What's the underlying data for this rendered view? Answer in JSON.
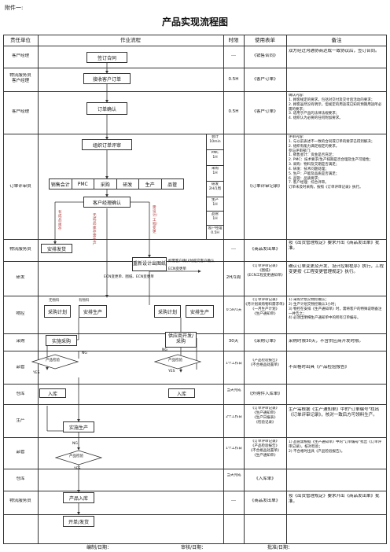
{
  "annex": "附件一:",
  "title": "产品实现流程图",
  "headers": {
    "dept": "责任单位",
    "flow": "作业流程",
    "time": "时限",
    "forms": "使用表单",
    "notes": "备注"
  },
  "rows": [
    {
      "dept": "客户经理",
      "time": "---",
      "form": "《销售合同》",
      "note": "双方经过沟通协商达成一致协议后，签订合同。"
    },
    {
      "dept": "物流服务员\n客户经理",
      "time": "0.5H",
      "form": "《客户订单》",
      "note": ""
    },
    {
      "dept": "客户经理",
      "time": "0.5H",
      "form": "《客户订单》",
      "note": "确认内容:\n1. 顾客规定的要求，包括对交付及交付后活动的要求；\n2. 顾客虽然没有明示，但规定的用途或已知的预期用途所必需的要求；\n3. 适用于产品的法律法规要求；\n4. 组织认为必要的任何附加要求。"
    },
    {
      "dept": "订单评审员",
      "time": "",
      "form": "《订单评审记录》",
      "note": "评审内容:\n1. 与以前表述不一致的合同或订单的要求已得到解决；\n2. 组织有能力满足规定的要求。\n参与评审部门:\n1. 销售会计：资金是否充足；\n2. PMC：技术要求/生产排期是否合理及生产可能性；\n3. 采购：物料及交期是否满足；\n4. 研发：技术问题处理；\n5. 生产：产能及品质是否满足；\n6. 品管：品质要求；\n7. 客户经理：综合评审。\n订单未及时采购，按照《订单评审记录》执行。"
    },
    {
      "dept": "物流服务员",
      "time": "---",
      "form": "《商品发出单》",
      "note": "按《出货管理规定》要求开出《商品发出单》批准。"
    },
    {
      "dept": "研发",
      "time": "2H/1周",
      "form": "《订单评审记录》\n《图纸》\n《ECN工程变更通知单》",
      "note": "确认订单变更及开发、设计控制程序》执行，工程变更按《工程变更管理规定》执行。"
    },
    {
      "dept": "物控",
      "time": "0.5H/1天",
      "form": "《订单评审记录》\n《月计划采购物料需求单》\n《一月生产计划》\n《生产通知单》",
      "note": "1) 采购计划交物控确认；\n2) 生产计划交物控确认3小时；\n3) 物控在安排《生产通知单》时，需将客户的特殊说明备注一并告之；\n4) 必须出明细生产通知单中的所有订单编号。"
    },
    {
      "dept": "采购",
      "time": "30天",
      "form": "《采购订单》",
      "note": "采购时限30天，不含供应商开发时限。"
    },
    {
      "dept": "品管",
      "time": "1个工作日",
      "form": "《产品检验报告》\n《不合格品处置单》",
      "note": "不合格时出具《产品检验报告》"
    },
    {
      "dept": "仓库",
      "time": "当天完成",
      "form": "《外购件入库单》",
      "note": ""
    },
    {
      "dept": "生产",
      "time": "2个工作日",
      "form": "《订单评审记录》\n《生产通知单》\n《生产日报表》\n《检验记录》",
      "note": "生产需根据《生产通知单》中的\"订单编号\"找出《订单评审记录》，核对一致后方可领料生产。"
    },
    {
      "dept": "品管",
      "time": "1个工作日",
      "form": "《订单评审记录》\n《产品检验报告》\n《不合格品处置单》\n《生产通知单》",
      "note": "1) 品管需根据《生产通知单》中的\"订单编号\"找出《订单评审记录》，核对检验；\n2) 不合格时出具《产品检验报告》。"
    },
    {
      "dept": "仓库",
      "time": "当天完成",
      "form": "《入库单》",
      "note": ""
    },
    {
      "dept": "物流服务员",
      "time": "---",
      "form": "《商品发出单》",
      "note": "按《出货管理规定》要求开出《商品发出单》批准。"
    }
  ],
  "review_side": [
    {
      "role": "会计",
      "time": "10min"
    },
    {
      "role": "PMC",
      "time": "1H"
    },
    {
      "role": "采购",
      "time": "1H"
    },
    {
      "role": "研发",
      "time": "2H/1周"
    },
    {
      "role": "生产",
      "time": "1H"
    },
    {
      "role": "品管",
      "time": "1H"
    },
    {
      "role": "客户经理",
      "time": "0.5H"
    }
  ],
  "flow": {
    "sign_contract": "签订合同",
    "receive_order": "接收客户订单",
    "order_confirm": "订单确认",
    "organize_review": "组织订单评审",
    "review_members": [
      "销售会计",
      "PMC",
      "采购",
      "研发",
      "生产",
      "品管"
    ],
    "manager_confirm": "客户经理确认",
    "has_stock": "有成品库存",
    "no_stock": "无成品库存需生产",
    "need_design": "需设计/工程/变更",
    "arrange_ship": "安排发货",
    "need_design_box": "重新设计出图纸",
    "design_note": "如需客户确认时提交客户确认",
    "ecn_change": "ECN变更单",
    "ecn_change2": "ECN变更单、图纸、ECN变更单",
    "no_material": "无物料",
    "has_material": "有物料",
    "purchase_plan": "采购计划",
    "arrange_prod1": "安排生产",
    "purchase_plan2": "采购计划",
    "arrange_prod2": "安排生产",
    "do_purchase": "实施采购",
    "supplier": "供应商开发/采购",
    "inspect1": "产品检验",
    "inspect2": "产品检验",
    "ng": "NG",
    "yes": "YES",
    "stock_in1": "入库",
    "stock_in2": "入库",
    "do_production": "实施生产",
    "inspect3": "产品检验",
    "product_in": "产品入库",
    "ship": "开单/发货"
  },
  "footer": {
    "prepared": "编制/日期：",
    "reviewed": "审核/日期：",
    "approved": "批准/日期："
  }
}
